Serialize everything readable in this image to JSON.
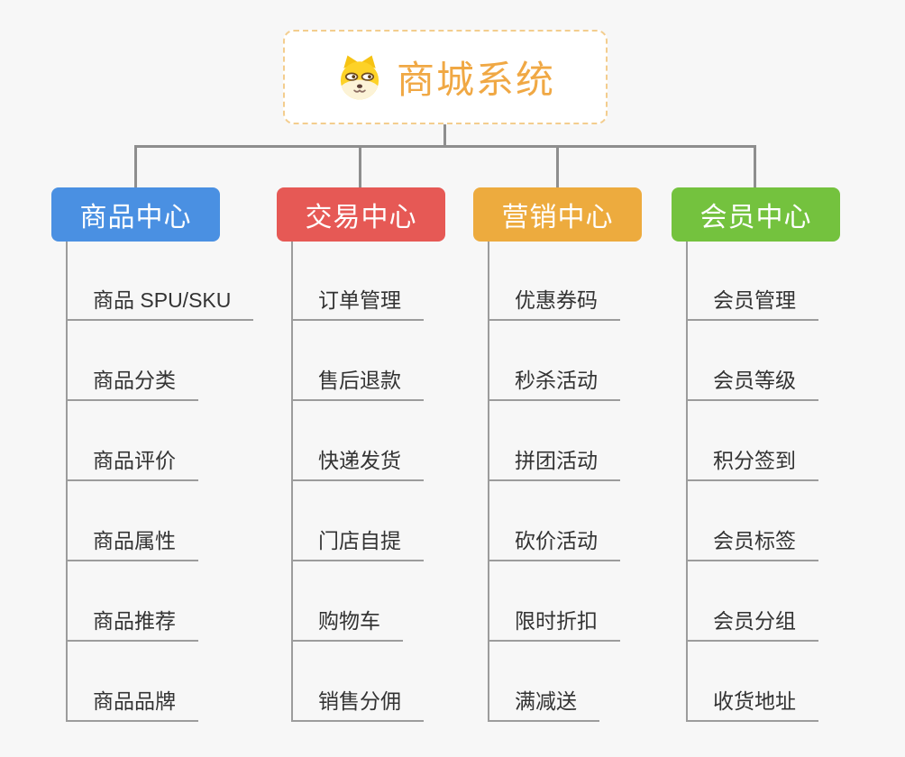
{
  "root": {
    "title": "商城系统",
    "icon": "dog-icon"
  },
  "branches": [
    {
      "label": "商品中心",
      "color": "#4a90e2",
      "items": [
        "商品 SPU/SKU",
        "商品分类",
        "商品评价",
        "商品属性",
        "商品推荐",
        "商品品牌"
      ]
    },
    {
      "label": "交易中心",
      "color": "#e65955",
      "items": [
        "订单管理",
        "售后退款",
        "快递发货",
        "门店自提",
        "购物车",
        "销售分佣"
      ]
    },
    {
      "label": "营销中心",
      "color": "#edab3e",
      "items": [
        "优惠券码",
        "秒杀活动",
        "拼团活动",
        "砍价活动",
        "限时折扣",
        "满减送"
      ]
    },
    {
      "label": "会员中心",
      "color": "#74c23e",
      "items": [
        "会员管理",
        "会员等级",
        "积分签到",
        "会员标签",
        "会员分组",
        "收货地址"
      ]
    }
  ],
  "colors": {
    "background": "#f7f7f7",
    "root_border": "#f3cd8e",
    "root_text": "#f0a844",
    "connector": "#8e8e8e",
    "leaf_line": "#9c9c9c",
    "leaf_text": "#333333"
  }
}
